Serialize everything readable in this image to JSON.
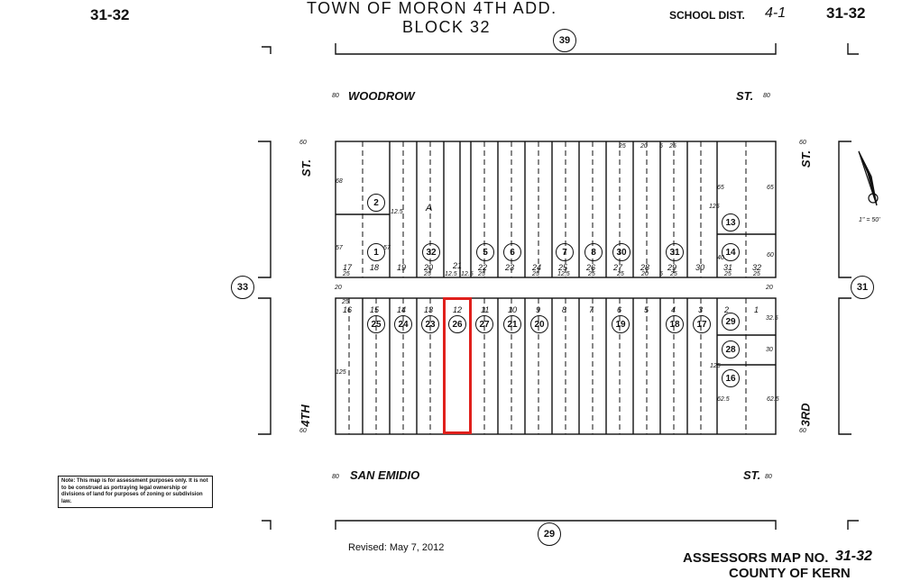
{
  "header": {
    "sheet_left": "31-32",
    "sheet_right": "31-32",
    "title_line1": "TOWN OF MORON  4TH ADD.",
    "title_line2": "BLOCK 32",
    "school_dist": "SCHOOL DIST.",
    "school_dist_value": "4-1"
  },
  "adjacent_blocks": {
    "north": "39",
    "south": "29",
    "west": "33",
    "east": "31"
  },
  "streets": {
    "north": "WOODROW",
    "north_suffix": "ST.",
    "south": "SAN EMIDIO",
    "south_suffix": "ST.",
    "west_upper": "ST.",
    "west_lower": "4TH",
    "east_upper": "ST.",
    "east_lower": "3RD"
  },
  "street_widths": {
    "woodrow": "80",
    "san_emidio": "80",
    "fourth": "60",
    "third": "60",
    "alley": "20"
  },
  "north_half": {
    "lots": [
      "17",
      "18",
      "19",
      "20",
      "21",
      "22",
      "23",
      "24",
      "25",
      "26",
      "27",
      "28",
      "29",
      "30",
      "31",
      "32"
    ],
    "parcels": [
      "1",
      "2",
      "32",
      "5",
      "6",
      "7",
      "8",
      "30",
      "31",
      "13",
      "14"
    ],
    "parcel_A": "A",
    "front_dims": [
      "25",
      "25",
      "25",
      "12.5",
      "12.5",
      "25",
      "25",
      "12.5",
      "25",
      "25",
      "20",
      "5",
      "25",
      "25"
    ],
    "top_dims": [
      "25",
      "20",
      "5",
      "25"
    ],
    "side_dims": [
      "57",
      "57",
      "68",
      "12.5",
      "12.5",
      "65",
      "65",
      "40",
      "60",
      "125"
    ]
  },
  "south_half": {
    "lots": [
      "16",
      "15",
      "14",
      "13",
      "12",
      "11",
      "10",
      "9",
      "8",
      "7",
      "6",
      "5",
      "4",
      "3",
      "2",
      "1"
    ],
    "parcels": [
      "25",
      "24",
      "23",
      "26",
      "27",
      "21",
      "20",
      "19",
      "18",
      "17",
      "29",
      "28",
      "16"
    ],
    "side_dims": [
      "125",
      "125",
      "62.5",
      "62.5",
      "32.5",
      "30",
      "25"
    ]
  },
  "note": "Note: This map is for assessment purposes only. It is not to be construed as portraying legal ownership or divisions of land for purposes of zoning or subdivision law.",
  "compass_scale": "1\" = 50'",
  "revised": "Revised: May 7, 2012",
  "footer": {
    "assessors_label": "ASSESSORS MAP NO.",
    "assessors_no": "31-32",
    "county": "COUNTY OF KERN"
  },
  "colors": {
    "highlight": "#e0201c",
    "ink": "#111111"
  }
}
